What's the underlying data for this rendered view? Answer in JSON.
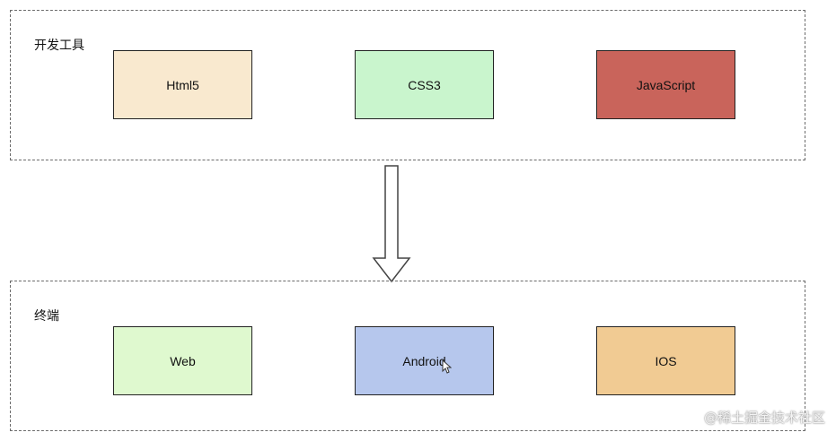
{
  "groups": {
    "top": {
      "label": "开发工具",
      "boxes": [
        {
          "label": "Html5",
          "color": "#f9e9cf"
        },
        {
          "label": "CSS3",
          "color": "#c9f5cd"
        },
        {
          "label": "JavaScript",
          "color": "#c9645b"
        }
      ]
    },
    "bottom": {
      "label": "终端",
      "boxes": [
        {
          "label": "Web",
          "color": "#dff9cf"
        },
        {
          "label": "Android",
          "color": "#b6c7ed"
        },
        {
          "label": "IOS",
          "color": "#f1cb93"
        }
      ]
    }
  },
  "arrow": {
    "direction": "down",
    "icon": "hollow-down-arrow-icon"
  },
  "watermark": "@稀土掘金技术社区"
}
